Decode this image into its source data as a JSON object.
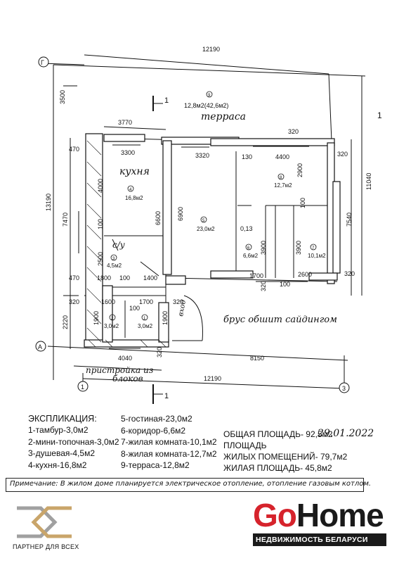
{
  "dimensions": {
    "d_12190_top": "12190",
    "d_3500": "3500",
    "d_13190": "13190",
    "d_7470": "7470",
    "d_2220": "2220",
    "d_11040": "11040",
    "d_3770": "3770",
    "d_470_top": "470",
    "d_3300": "3300",
    "d_3320": "3320",
    "d_130": "130",
    "d_4400": "4400",
    "d_320_tr": "320",
    "d_320_top": "320",
    "d_4000": "4000",
    "d_6600": "6600",
    "d_6900": "6900",
    "d_2900": "2900",
    "d_7540": "7540",
    "d_100_a": "100",
    "d_100_b": "100",
    "d_100_c": "100",
    "d_100_d": "100",
    "d_100_e": "100",
    "d_2500": "2500",
    "d_013": "0,13",
    "d_3900_a": "3900",
    "d_3900_b": "3900",
    "d_470_bot": "470",
    "d_1800": "1800",
    "d_1400": "1400",
    "d_1700_a": "1700",
    "d_2600": "2600",
    "d_320_r": "320",
    "d_320_l": "320",
    "d_1600": "1600",
    "d_1700_b": "1700",
    "d_320_m": "320",
    "d_320_mid": "320",
    "d_1900_a": "1900",
    "d_1900_b": "1900",
    "d_320_bot": "320",
    "d_4040": "4040",
    "d_8150": "8150",
    "d_12190_bot": "12190"
  },
  "rooms": {
    "r9_num": "9",
    "r9_area": "12,8м2(42,6м2)",
    "r9_name": "терраса",
    "r4_name": "кухня",
    "r4_num": "4",
    "r4_area": "16,8м2",
    "r5_num": "5",
    "r5_area": "23,0м2",
    "r8_num": "8",
    "r8_area": "12,7м2",
    "r6_num": "6",
    "r6_area": "6,6м2",
    "r7_num": "7",
    "r7_area": "10,1м2",
    "r3_name": "с/у",
    "r3_num": "3",
    "r3_area": "4,5м2",
    "r2_num": "2",
    "r2_area": "3,0м2",
    "r1_num": "1",
    "r1_area": "3,0м2"
  },
  "annotations": {
    "axis_g": "Г",
    "axis_a": "А",
    "axis_1": "1",
    "axis_3": "3",
    "section_1_top": "1",
    "section_1_bot": "1",
    "right_mark": "1",
    "entrance": "вход",
    "siding": "брус обшит сайдингом",
    "annex_1": "пристройка из",
    "annex_2": "блоков"
  },
  "legend": {
    "title": "ЭКСПЛИКАЦИЯ:",
    "items_left": [
      "1-тамбур-3,0м2",
      "2-мини-топочная-3,0м2",
      "3-душевая-4,5м2",
      "4-кухня-16,8м2"
    ],
    "items_mid": [
      "5-гостиная-23,0м2",
      "6-коридор-6,6м2",
      "7-жилая комната-10,1м2",
      "8-жилая комната-12,7м2",
      "9-терраса-12,8м2"
    ],
    "totals": [
      "ОБЩАЯ ПЛОЩАДЬ- 92,5м2",
      "ПЛОЩАДЬ",
      "ЖИЛЫХ ПОМЕЩЕНИЙ- 79,7м2",
      "ЖИЛАЯ ПЛОЩАДЬ- 45,8м2"
    ],
    "signature_date": "29.01.2022",
    "note": "Примечание: В жилом доме планируется электрическое отопление, отопление газовым котлом."
  },
  "branding": {
    "partner": "ПАРТНЕР ДЛЯ ВСЕХ",
    "brand_go": "Go",
    "brand_home": "Home",
    "brand_tagline": "НЕДВИЖИМОСТЬ БЕЛАРУСИ"
  }
}
